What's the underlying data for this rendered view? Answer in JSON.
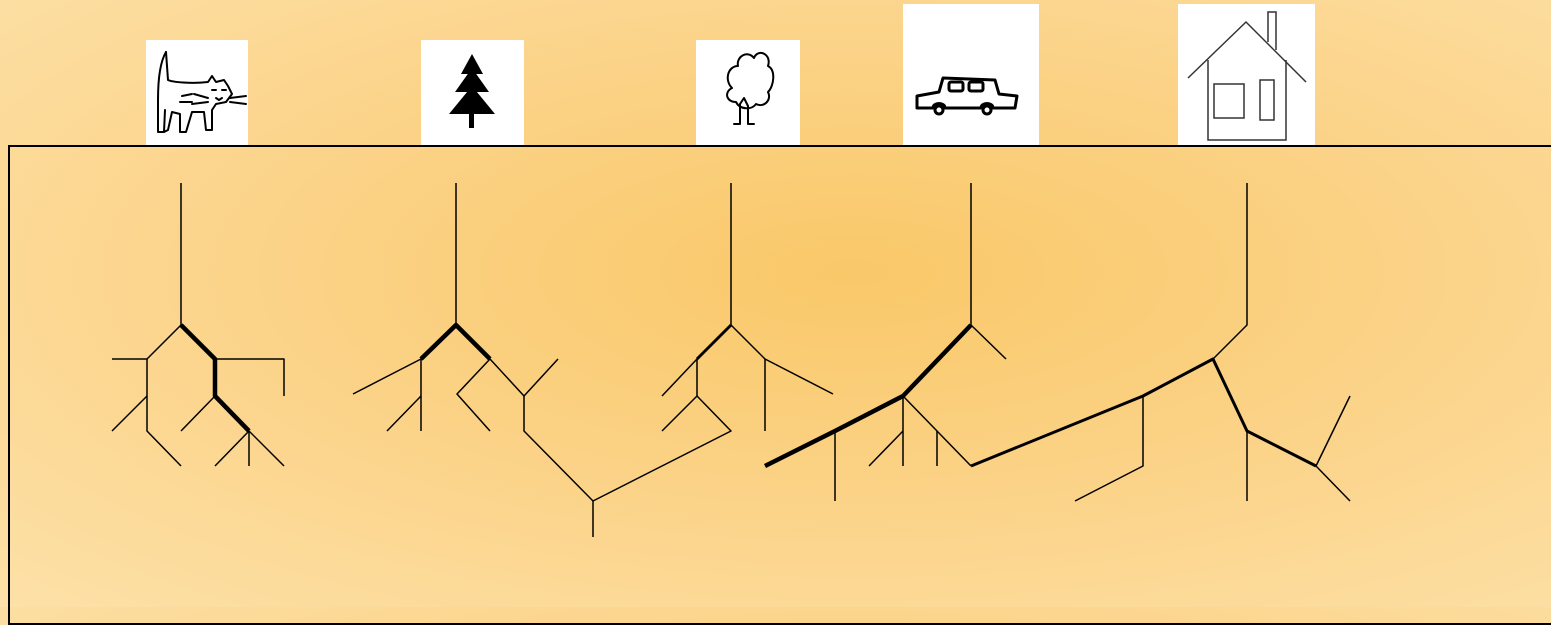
{
  "diagram": {
    "pictures": [
      {
        "id": "cat",
        "icon": "cat-icon"
      },
      {
        "id": "spruce",
        "icon": "spruce-tree-icon"
      },
      {
        "id": "tree",
        "icon": "deciduous-tree-icon"
      },
      {
        "id": "car",
        "icon": "car-icon"
      },
      {
        "id": "house",
        "icon": "house-icon"
      }
    ],
    "maze_count": 5,
    "colors": {
      "background": "#fbd286",
      "line": "#000000",
      "card": "#ffffff"
    }
  }
}
